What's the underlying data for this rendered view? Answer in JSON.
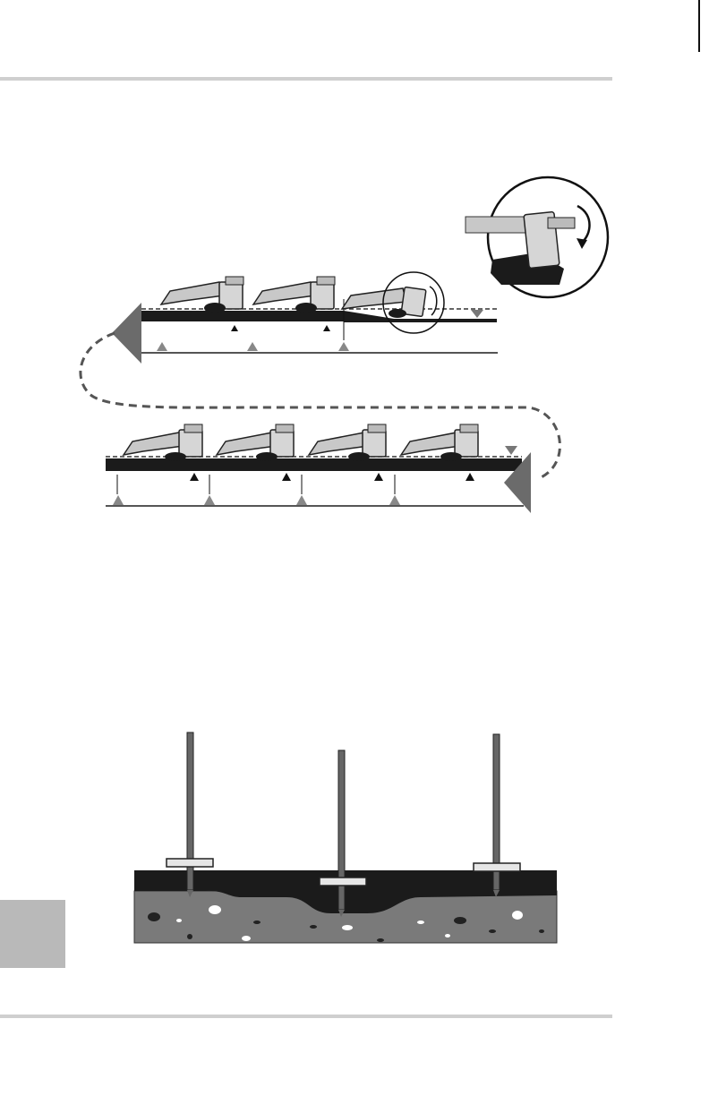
{
  "page": {
    "header_rule_color": "#cfcfcf",
    "footer_rule_color": "#cfcfcf",
    "side_tab_color": "#b9b9b9"
  },
  "figure_top": {
    "description_icons": [
      "compactor-machine-icon",
      "tilt-arrow-icon",
      "lift-markers"
    ],
    "passes": [
      {
        "row": "upper",
        "machines": 3,
        "direction": "left"
      },
      {
        "row": "lower",
        "machines": 4,
        "direction": "left"
      }
    ]
  },
  "figure_bottom": {
    "stakes": 3,
    "soil_color": "#7a7a7a",
    "lift_color": "#1b1b1b"
  }
}
